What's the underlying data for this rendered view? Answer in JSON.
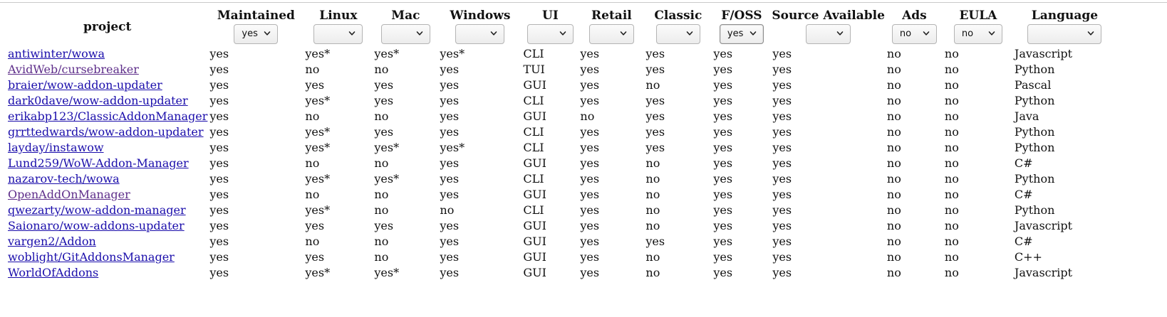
{
  "headers": [
    {
      "key": "project",
      "label": "project",
      "filter": null
    },
    {
      "key": "maintained",
      "label": "Maintained",
      "filter": "yes"
    },
    {
      "key": "linux",
      "label": "Linux",
      "filter": ""
    },
    {
      "key": "mac",
      "label": "Mac",
      "filter": ""
    },
    {
      "key": "windows",
      "label": "Windows",
      "filter": ""
    },
    {
      "key": "ui",
      "label": "UI",
      "filter": ""
    },
    {
      "key": "retail",
      "label": "Retail",
      "filter": ""
    },
    {
      "key": "classic",
      "label": "Classic",
      "filter": ""
    },
    {
      "key": "foss",
      "label": "F/OSS",
      "filter": "yes"
    },
    {
      "key": "source_available",
      "label": "Source Available",
      "filter": ""
    },
    {
      "key": "ads",
      "label": "Ads",
      "filter": "no"
    },
    {
      "key": "eula",
      "label": "EULA",
      "filter": "no"
    },
    {
      "key": "language",
      "label": "Language",
      "filter": ""
    }
  ],
  "rows": [
    {
      "project": "antiwinter/wowa",
      "visited": false,
      "cells": [
        "yes",
        "yes*",
        "yes*",
        "yes*",
        "CLI",
        "yes",
        "yes",
        "yes",
        "yes",
        "no",
        "no",
        "Javascript"
      ]
    },
    {
      "project": "AvidWeb/cursebreaker",
      "visited": true,
      "cells": [
        "yes",
        "no",
        "no",
        "yes",
        "TUI",
        "yes",
        "yes",
        "yes",
        "yes",
        "no",
        "no",
        "Python"
      ]
    },
    {
      "project": "braier/wow-addon-updater",
      "visited": false,
      "cells": [
        "yes",
        "yes",
        "yes",
        "yes",
        "GUI",
        "yes",
        "no",
        "yes",
        "yes",
        "no",
        "no",
        "Pascal"
      ]
    },
    {
      "project": "dark0dave/wow-addon-updater",
      "visited": false,
      "cells": [
        "yes",
        "yes*",
        "yes",
        "yes",
        "CLI",
        "yes",
        "yes",
        "yes",
        "yes",
        "no",
        "no",
        "Python"
      ]
    },
    {
      "project": "erikabp123/ClassicAddonManager",
      "visited": false,
      "cells": [
        "yes",
        "no",
        "no",
        "yes",
        "GUI",
        "no",
        "yes",
        "yes",
        "yes",
        "no",
        "no",
        "Java"
      ]
    },
    {
      "project": "grrttedwards/wow-addon-updater",
      "visited": false,
      "cells": [
        "yes",
        "yes*",
        "yes",
        "yes",
        "CLI",
        "yes",
        "yes",
        "yes",
        "yes",
        "no",
        "no",
        "Python"
      ]
    },
    {
      "project": "layday/instawow",
      "visited": false,
      "cells": [
        "yes",
        "yes*",
        "yes*",
        "yes*",
        "CLI",
        "yes",
        "yes",
        "yes",
        "yes",
        "no",
        "no",
        "Python"
      ]
    },
    {
      "project": "Lund259/WoW-Addon-Manager",
      "visited": false,
      "cells": [
        "yes",
        "no",
        "no",
        "yes",
        "GUI",
        "yes",
        "no",
        "yes",
        "yes",
        "no",
        "no",
        "C#"
      ]
    },
    {
      "project": "nazarov-tech/wowa",
      "visited": false,
      "cells": [
        "yes",
        "yes*",
        "yes*",
        "yes",
        "CLI",
        "yes",
        "no",
        "yes",
        "yes",
        "no",
        "no",
        "Python"
      ]
    },
    {
      "project": "OpenAddOnManager",
      "visited": true,
      "cells": [
        "yes",
        "no",
        "no",
        "yes",
        "GUI",
        "yes",
        "no",
        "yes",
        "yes",
        "no",
        "no",
        "C#"
      ]
    },
    {
      "project": "qwezarty/wow-addon-manager",
      "visited": false,
      "cells": [
        "yes",
        "yes*",
        "no",
        "no",
        "CLI",
        "yes",
        "no",
        "yes",
        "yes",
        "no",
        "no",
        "Python"
      ]
    },
    {
      "project": "Saionaro/wow-addons-updater",
      "visited": false,
      "cells": [
        "yes",
        "yes",
        "yes",
        "yes",
        "GUI",
        "yes",
        "no",
        "yes",
        "yes",
        "no",
        "no",
        "Javascript"
      ]
    },
    {
      "project": "vargen2/Addon",
      "visited": false,
      "cells": [
        "yes",
        "no",
        "no",
        "yes",
        "GUI",
        "yes",
        "yes",
        "yes",
        "yes",
        "no",
        "no",
        "C#"
      ]
    },
    {
      "project": "woblight/GitAddonsManager",
      "visited": false,
      "cells": [
        "yes",
        "yes",
        "no",
        "yes",
        "GUI",
        "yes",
        "no",
        "yes",
        "yes",
        "no",
        "no",
        "C++"
      ]
    },
    {
      "project": "WorldOfAddons",
      "visited": false,
      "cells": [
        "yes",
        "yes*",
        "yes*",
        "yes",
        "GUI",
        "yes",
        "no",
        "yes",
        "yes",
        "no",
        "no",
        "Javascript"
      ]
    }
  ]
}
